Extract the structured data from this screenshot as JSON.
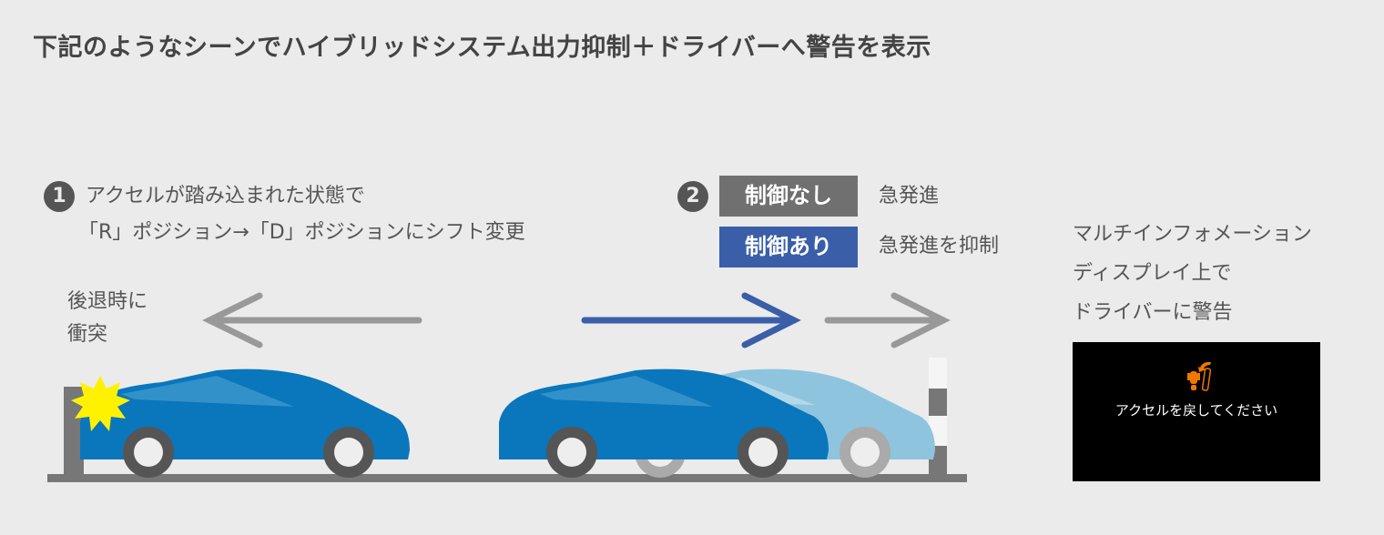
{
  "title": "下記のようなシーンでハイブリッドシステム出力抑制＋ドライバーへ警告を表示",
  "step1": {
    "number": "1",
    "line1": "アクセルが踏み込まれた状態で",
    "line2": "「R」ポジション→「D」ポジションにシフト変更"
  },
  "step2": {
    "number": "2",
    "no_control": {
      "label": "制御なし",
      "result": "急発進"
    },
    "with_control": {
      "label": "制御あり",
      "result": "急発進を抑制"
    }
  },
  "collision": {
    "line1": "後退時に",
    "line2": "衝突"
  },
  "display_note": {
    "line1": "マルチインフォメーション",
    "line2": "ディスプレイ上で",
    "line3": "ドライバーに警告"
  },
  "warning_screen": {
    "icon": "accelerator-foot-icon",
    "message": "アクセルを戻してください"
  },
  "colors": {
    "background": "#ebebeb",
    "car_blue": "#0a76bb",
    "car_faded": "#8ec4de",
    "control_blue": "#3a5ea8",
    "gray": "#707070",
    "warning_orange": "#f07800"
  }
}
